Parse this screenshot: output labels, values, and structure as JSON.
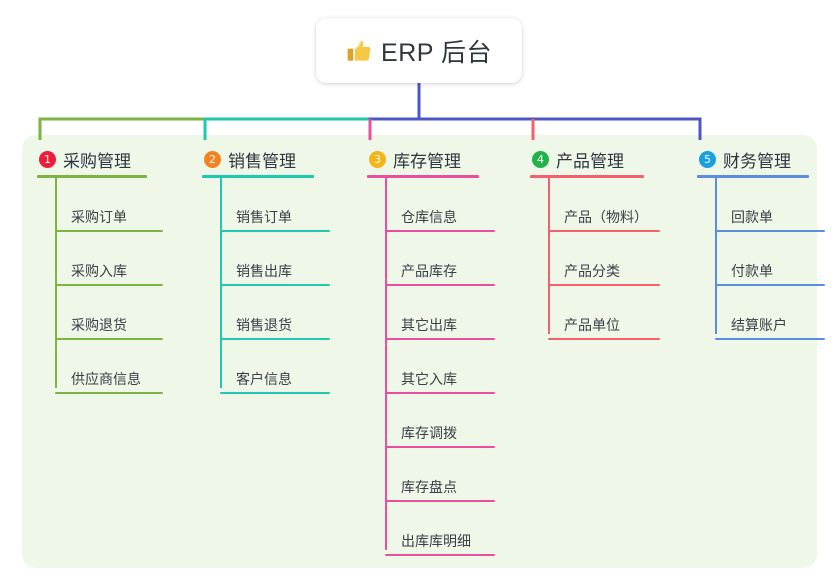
{
  "root": {
    "icon": "thumbs-up-icon",
    "title": "ERP 后台"
  },
  "palette": {
    "panel_bg": "#eef7e8",
    "page_bg": "#ffffff",
    "stem": "#4b56c8",
    "text": "#2f3640"
  },
  "columns": [
    {
      "number": "1",
      "title": "采购管理",
      "badge_color": "#ec1c3d",
      "line_color": "#7cb342",
      "items": [
        "采购订单",
        "采购入库",
        "采购退货",
        "供应商信息"
      ]
    },
    {
      "number": "2",
      "title": "销售管理",
      "badge_color": "#f58220",
      "line_color": "#1ec9ad",
      "items": [
        "销售订单",
        "销售出库",
        "销售退货",
        "客户信息"
      ]
    },
    {
      "number": "3",
      "title": "库存管理",
      "badge_color": "#f5b518",
      "line_color": "#e8509e",
      "items": [
        "仓库信息",
        "产品库存",
        "其它出库",
        "其它入库",
        "库存调拨",
        "库存盘点",
        "出库库明细"
      ]
    },
    {
      "number": "4",
      "title": "产品管理",
      "badge_color": "#22b24c",
      "line_color": "#f4616a",
      "items": [
        "产品（物料）",
        "产品分类",
        "产品单位"
      ]
    },
    {
      "number": "5",
      "title": "财务管理",
      "badge_color": "#18a0e0",
      "line_color": "#5b8ede",
      "items": [
        "回款单",
        "付款单",
        "结算账户"
      ]
    }
  ],
  "connectors": {
    "stem_color": "#4b56c8",
    "bus_segments": [
      {
        "from": "col1",
        "to": "col2",
        "color": "#7cb342"
      },
      {
        "from": "col2",
        "to": "col3",
        "color": "#1ec9ad"
      },
      {
        "from": "col3",
        "to": "col5",
        "color": "#4b56c8"
      }
    ],
    "drops": [
      {
        "column": "1",
        "color": "#7cb342"
      },
      {
        "column": "2",
        "color": "#1ec9ad"
      },
      {
        "column": "3",
        "color": "#e8509e"
      },
      {
        "column": "4",
        "color": "#f4616a"
      },
      {
        "column": "5",
        "color": "#4b56c8"
      }
    ]
  }
}
